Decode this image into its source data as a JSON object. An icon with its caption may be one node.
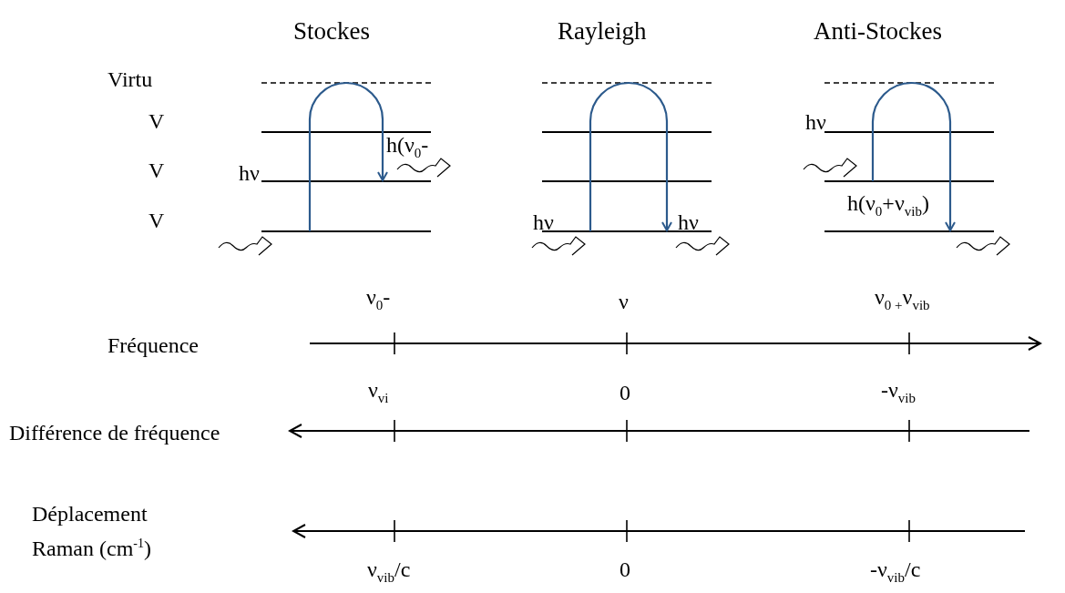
{
  "diagram": {
    "labels": [
      "Stockes",
      "Rayleigh",
      "Anti-Stockes",
      "Virtu",
      "V",
      "V",
      "V",
      "h(ν$_{0}$-",
      "hν",
      "hν",
      "hν",
      "hν",
      "h(ν$_{0}$+ν$_{vib}$)",
      "ν$_{0}$-",
      "ν",
      "ν$_{0 +}$ν$_{vib}$",
      "Fréquence",
      "ν$_{vi}$",
      "0",
      "-ν$_{vib}$",
      "Différence de fréquence",
      "Déplacement Raman (cm$^{-1}$)",
      "ν$_{vib}$/c",
      "0",
      "-ν$_{vib}$/c"
    ]
  }
}
